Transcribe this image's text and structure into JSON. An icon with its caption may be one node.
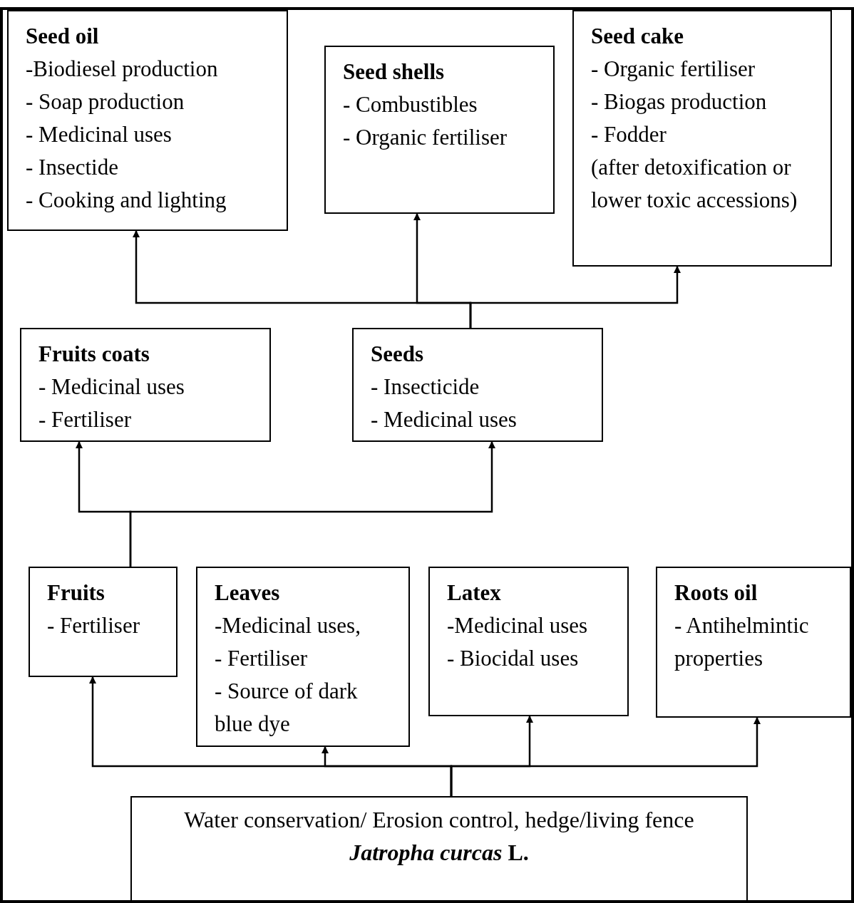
{
  "diagram": {
    "nodes": [
      {
        "text": [
          "Seed oil",
          "-Biodiesel production",
          "- Soap production",
          "- Medicinal uses",
          "- Insectide",
          "- Cooking and lighting"
        ]
      },
      {
        "text": [
          "Seed shells",
          "- Combustibles",
          "- Organic fertiliser"
        ]
      },
      {
        "text": [
          "Seed cake",
          "- Organic fertiliser",
          "- Biogas production",
          "- Fodder",
          "(after detoxification or lower toxic accessions)"
        ]
      },
      {
        "text": [
          "Fruits coats",
          "- Medicinal uses",
          "- Fertiliser"
        ]
      },
      {
        "text": [
          "Seeds",
          "- Insecticide",
          "- Medicinal uses"
        ]
      },
      {
        "text": [
          "Fruits",
          "- Fertiliser"
        ]
      },
      {
        "text": [
          "Leaves",
          "-Medicinal uses,",
          "- Fertiliser",
          "- Source of dark blue dye"
        ]
      },
      {
        "text": [
          "Latex",
          "-Medicinal uses",
          "- Biocidal uses"
        ]
      },
      {
        "text": [
          "Roots oil",
          "- Antihelmintic properties"
        ]
      },
      {
        "text": [
          "Water conservation/ Erosion control, hedge/living fence",
          "*Jatropha curcas* L."
        ]
      }
    ],
    "edges": [
      {
        "from": 9,
        "to": 5,
        "arrow": "to"
      },
      {
        "from": 9,
        "to": 6,
        "arrow": "to"
      },
      {
        "from": 9,
        "to": 7,
        "arrow": "to"
      },
      {
        "from": 9,
        "to": 8,
        "arrow": "to"
      },
      {
        "from": 5,
        "to": 3,
        "arrow": "to"
      },
      {
        "from": 5,
        "to": 4,
        "arrow": "to"
      },
      {
        "from": 4,
        "to": 0,
        "arrow": "to"
      },
      {
        "from": 4,
        "to": 1,
        "arrow": "to"
      },
      {
        "from": 4,
        "to": 2,
        "arrow": "to"
      }
    ]
  }
}
